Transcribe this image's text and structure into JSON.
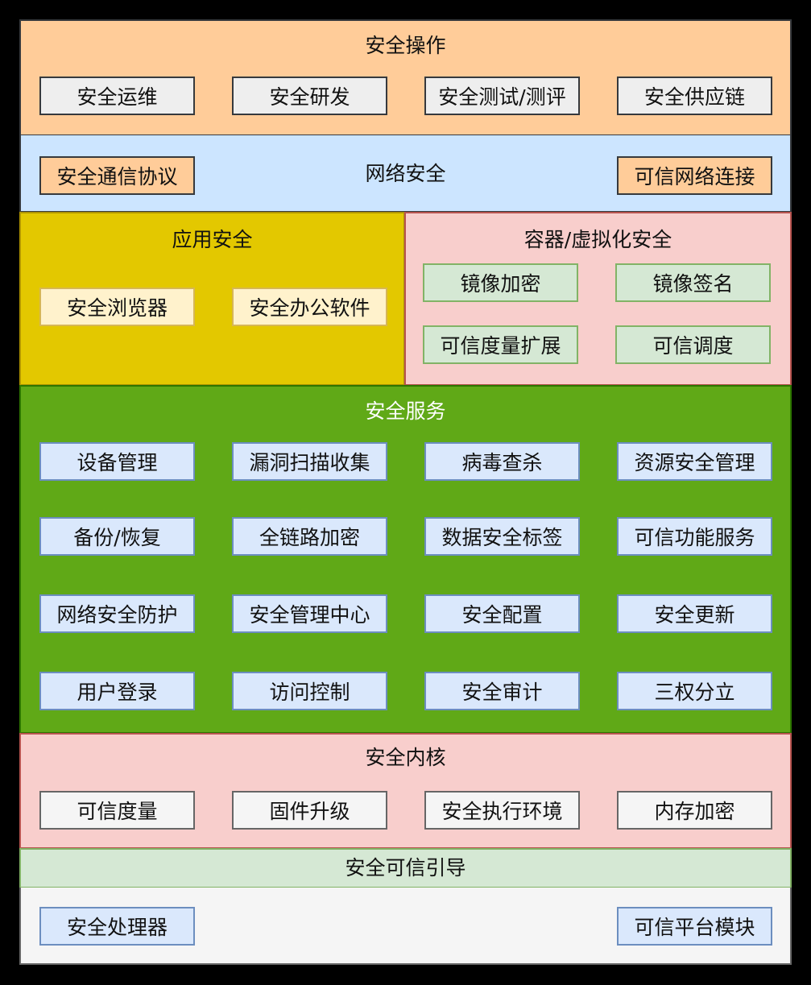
{
  "diagram": {
    "layers": {
      "security_operations": {
        "title": "安全操作",
        "items": [
          "安全运维",
          "安全研发",
          "安全测试/测评",
          "安全供应链"
        ],
        "colors": {
          "fill": "#FFCC99",
          "border": "#36393D",
          "item_fill": "#EEEEEE"
        }
      },
      "network_security": {
        "title": "网络安全",
        "items": [
          "安全通信协议",
          "可信网络连接"
        ],
        "colors": {
          "fill": "#CCE5FF",
          "border": "#36393D",
          "item_fill": "#FFCC99"
        }
      },
      "application_security": {
        "title": "应用安全",
        "items": [
          "安全浏览器",
          "安全办公软件"
        ],
        "colors": {
          "fill": "#E3C800",
          "border": "#B09500",
          "item_fill": "#FFF2CC"
        }
      },
      "container_security": {
        "title": "容器/虚拟化安全",
        "items": [
          "镜像加密",
          "镜像签名",
          "可信度量扩展",
          "可信调度"
        ],
        "colors": {
          "fill": "#F8CECC",
          "border": "#B85450",
          "item_fill": "#D5E8D4"
        }
      },
      "security_services": {
        "title": "安全服务",
        "items": [
          "设备管理",
          "漏洞扫描收集",
          "病毒查杀",
          "资源安全管理",
          "备份/恢复",
          "全链路加密",
          "数据安全标签",
          "可信功能服务",
          "网络安全防护",
          "安全管理中心",
          "安全配置",
          "安全更新",
          "用户登录",
          "访问控制",
          "安全审计",
          "三权分立"
        ],
        "colors": {
          "fill": "#60A917",
          "border": "#2D7600",
          "item_fill": "#DAE8FC"
        }
      },
      "security_kernel": {
        "title": "安全内核",
        "items": [
          "可信度量",
          "固件升级",
          "安全执行环境",
          "内存加密"
        ],
        "colors": {
          "fill": "#F8CECC",
          "border": "#B85450",
          "item_fill": "#F5F5F5"
        }
      },
      "secure_boot": {
        "title": "安全可信引导",
        "colors": {
          "fill": "#D5E8D4",
          "border": "#82B366"
        }
      },
      "hardware": {
        "items": [
          "安全处理器",
          "可信平台模块"
        ],
        "colors": {
          "fill": "#F5F5F5",
          "border": "#666666",
          "item_fill": "#DAE8FC"
        }
      }
    }
  }
}
